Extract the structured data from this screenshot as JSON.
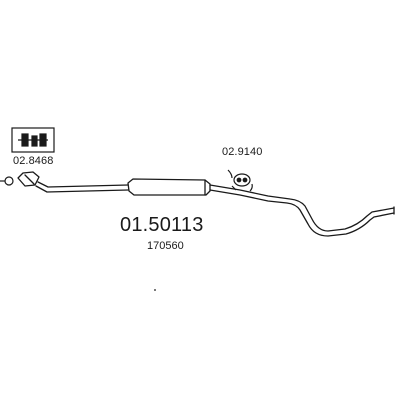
{
  "diagram": {
    "main_part_number": "01.50113",
    "sub_part_number": "170560",
    "accessories": [
      {
        "code": "02.8468",
        "icon": "mounting-bracket-icon"
      },
      {
        "code": "02.9140",
        "icon": "rubber-hanger-icon"
      }
    ],
    "colors": {
      "line": "#1a1a1a",
      "background": "#ffffff"
    }
  }
}
